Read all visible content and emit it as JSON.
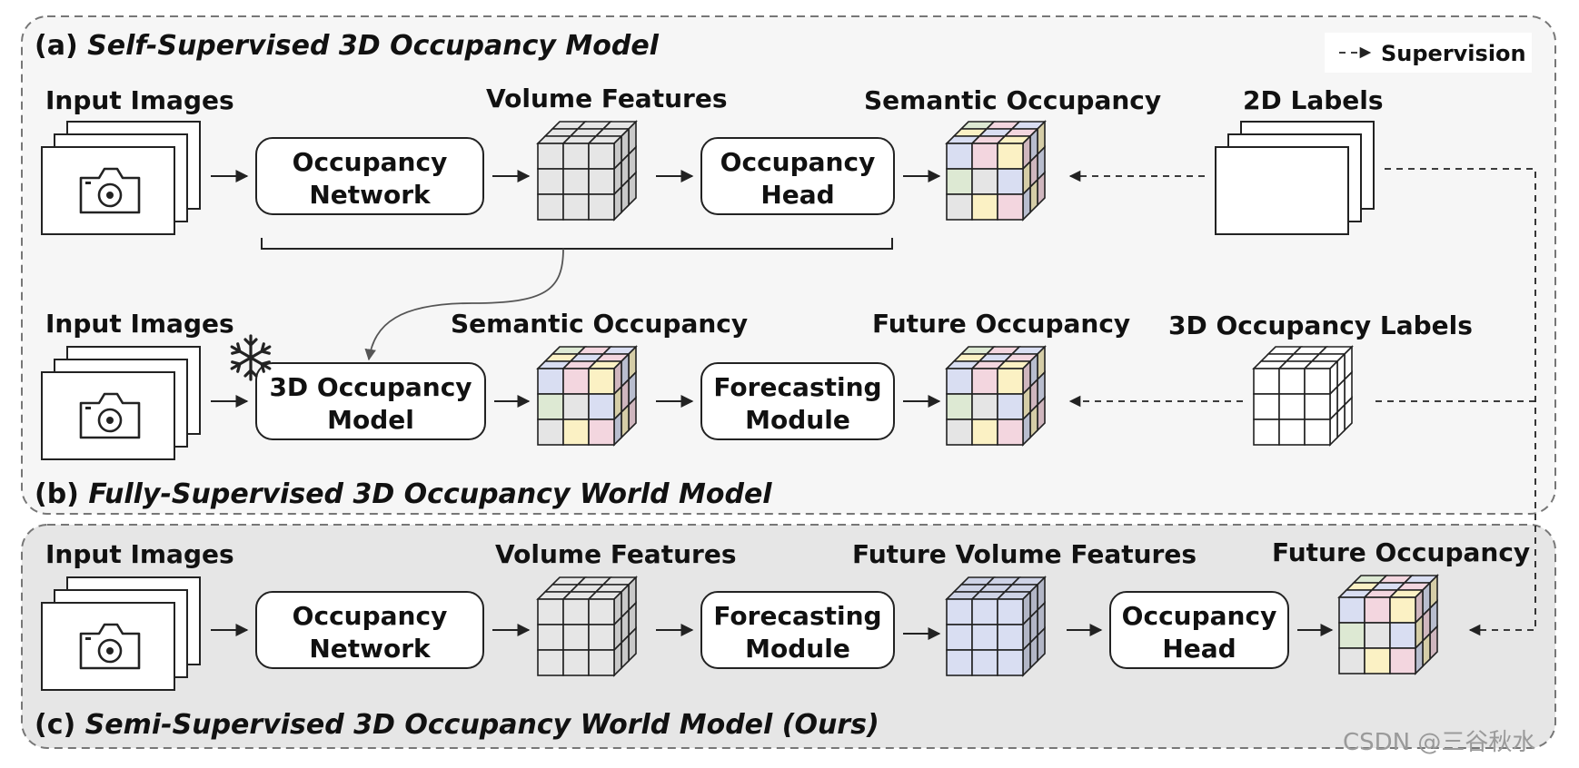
{
  "panels": {
    "a": {
      "label": "(a)",
      "title": "Self-Supervised 3D Occupancy Model"
    },
    "b": {
      "label": "(b)",
      "title": "Fully-Supervised 3D Occupancy World Model"
    },
    "c": {
      "label": "(c)",
      "title": "Semi-Supervised 3D Occupancy World Model (Ours)"
    }
  },
  "legend": {
    "supervision": "Supervision"
  },
  "row_a": {
    "input_images": "Input Images",
    "network_line1": "Occupancy",
    "network_line2": "Network",
    "volume_features": "Volume Features",
    "head_line1": "Occupancy",
    "head_line2": "Head",
    "semantic_occupancy": "Semantic Occupancy",
    "labels_2d": "2D Labels"
  },
  "row_b": {
    "input_images": "Input Images",
    "model_line1": "3D Occupancy",
    "model_line2": "Model",
    "semantic_occupancy": "Semantic Occupancy",
    "forecast_line1": "Forecasting",
    "forecast_line2": "Module",
    "future_occupancy": "Future Occupancy",
    "labels_3d": "3D Occupancy Labels"
  },
  "row_c": {
    "input_images": "Input Images",
    "network_line1": "Occupancy",
    "network_line2": "Network",
    "volume_features": "Volume Features",
    "forecast_line1": "Forecasting",
    "forecast_line2": "Module",
    "future_volume_features": "Future Volume Features",
    "head_line1": "Occupancy",
    "head_line2": "Head",
    "future_occupancy": "Future Occupancy"
  },
  "watermark": "CSDN @三谷秋水",
  "icons": {
    "camera": "camera-icon",
    "frozen": "snowflake-icon"
  },
  "colors": {
    "panel_ab_bg": "#f6f6f6",
    "panel_c_bg": "#e6e6e6",
    "cube_gray": "#e6e6e6",
    "cube_gray_side": "#c9c9c9",
    "cube_white": "#ffffff",
    "cube_blue": "#d9def2",
    "cube_pink": "#f3d6df",
    "cube_yellow": "#fbf1c4",
    "cube_green": "#dde9d3",
    "cube_lightgray": "#e5e5e5"
  }
}
